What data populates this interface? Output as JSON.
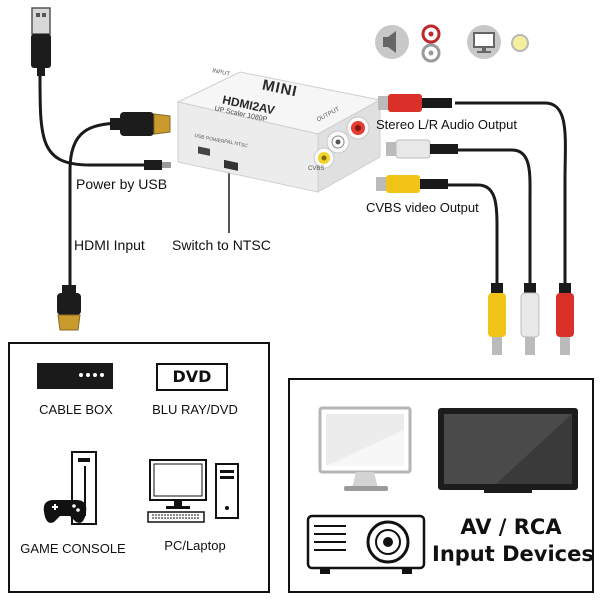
{
  "top_icons": {
    "speaker": "speaker-icon",
    "audio_jacks": "audio-jacks-icon",
    "monitor": "monitor-icon",
    "video_jack": "video-jack-icon"
  },
  "adapter": {
    "brand": "MINI",
    "model": "HDMI2AV",
    "subtitle": "UP Scaler 1080P",
    "side_label": "INPUT",
    "output_label": "OUTPUT",
    "cvbs_label": "CVBS",
    "port_label": "USB POWER",
    "switch_label": "PAL NTSC"
  },
  "labels": {
    "audio_output": "Stereo L/R Audio Output",
    "video_output": "CVBS video Output",
    "power": "Power by USB",
    "hdmi_input": "HDMI Input",
    "switch": "Switch to NTSC"
  },
  "sources": {
    "cable_box": "CABLE BOX",
    "dvd_badge": "DVD",
    "bluray": "BLU RAY/DVD",
    "game_console": "GAME CONSOLE",
    "pc_laptop": "PC/Laptop"
  },
  "outputs": {
    "line1": "AV / RCA",
    "line2": "Input Devices"
  },
  "colors": {
    "cable": "#1a1a1a",
    "red_plug": "#d9302a",
    "yellow_plug": "#f2c418",
    "white_plug": "#e8e8e8",
    "adapter_body": "#f4f4f4"
  }
}
